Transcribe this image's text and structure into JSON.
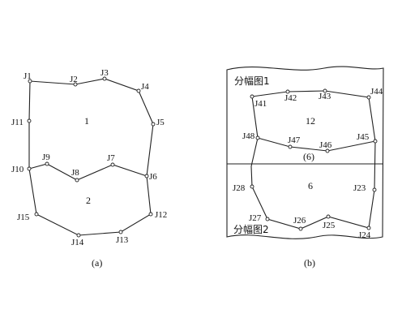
{
  "panel_a": {
    "caption": "(a)",
    "polygons": [
      {
        "id": "1",
        "boundary": [
          "J1",
          "J2",
          "J3",
          "J4",
          "J5",
          "J6",
          "J7",
          "J8",
          "J9",
          "J10",
          "J11"
        ]
      },
      {
        "id": "2",
        "boundary": [
          "J10",
          "J9",
          "J8",
          "J7",
          "J6",
          "J12",
          "J13",
          "J14",
          "J15"
        ]
      }
    ],
    "points": [
      {
        "id": "J1"
      },
      {
        "id": "J2"
      },
      {
        "id": "J3"
      },
      {
        "id": "J4"
      },
      {
        "id": "J5"
      },
      {
        "id": "J6"
      },
      {
        "id": "J7"
      },
      {
        "id": "J8"
      },
      {
        "id": "J9"
      },
      {
        "id": "J10"
      },
      {
        "id": "J11"
      },
      {
        "id": "J12"
      },
      {
        "id": "J13"
      },
      {
        "id": "J14"
      },
      {
        "id": "J15"
      }
    ]
  },
  "panel_b": {
    "caption": "(b)",
    "sheet_top_title": "分幅图1",
    "sheet_bottom_title": "分幅图2",
    "polygons": [
      {
        "id": "12",
        "boundary": [
          "J41",
          "J42",
          "J43",
          "J44",
          "J45",
          "J46",
          "J47",
          "J48"
        ]
      },
      {
        "id": "6",
        "boundary": [
          "J28",
          "J27",
          "J26",
          "J25",
          "J24",
          "J23"
        ]
      }
    ],
    "merged_label": "(6)",
    "points": [
      {
        "id": "J41"
      },
      {
        "id": "J42"
      },
      {
        "id": "J43"
      },
      {
        "id": "J44"
      },
      {
        "id": "J45"
      },
      {
        "id": "J46"
      },
      {
        "id": "J47"
      },
      {
        "id": "J48"
      },
      {
        "id": "J28"
      },
      {
        "id": "J27"
      },
      {
        "id": "J26"
      },
      {
        "id": "J25"
      },
      {
        "id": "J24"
      },
      {
        "id": "J23"
      }
    ]
  }
}
